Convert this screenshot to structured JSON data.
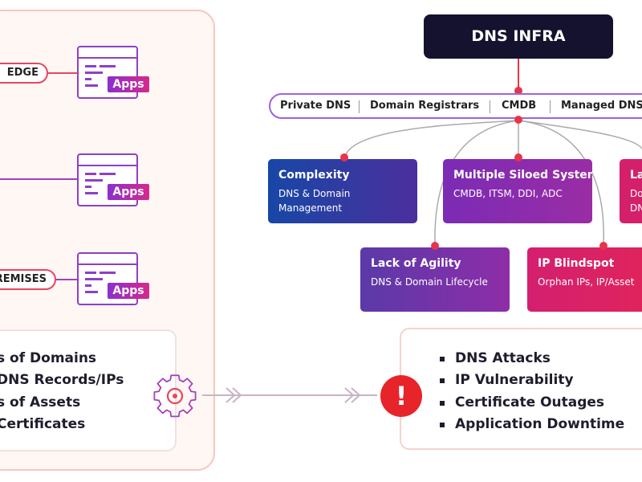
{
  "left_panel": {
    "environments": [
      {
        "label": "EDGE"
      },
      {
        "label": ""
      },
      {
        "label": "PREMISES"
      }
    ],
    "app_label": "Apps",
    "stats": [
      "s of Domains",
      "DNS  Records/IPs",
      "s of Assets",
      "Certificates"
    ]
  },
  "infra": {
    "title": "DNS INFRA",
    "categories": [
      "Private DNS",
      "Domain Registrars",
      "CMDB",
      "Managed DNS"
    ]
  },
  "challenges": [
    {
      "title": "Complexity",
      "subtitle": "DNS & Domain Management"
    },
    {
      "title": "Multiple Siloed System",
      "subtitle": "CMDB, ITSM, DDI, ADC"
    },
    {
      "title": "La",
      "subtitle": "Do\nDN"
    },
    {
      "title": "Lack of Agility",
      "subtitle": "DNS & Domain Lifecycle"
    },
    {
      "title": "IP Blindspot",
      "subtitle": "Orphan IPs, IP/Asset"
    }
  ],
  "risks": {
    "items": [
      "DNS Attacks",
      "IP Vulnerability",
      "Certificate Outages",
      "Application Downtime"
    ]
  },
  "icons": [
    "gear-icon",
    "alert-icon",
    "chevron-right-icon",
    "app-window-icon"
  ],
  "colors": {
    "accent_red": "#e8344a",
    "accent_purple": "#8e3fc6",
    "infra_dark": "#14122e"
  }
}
